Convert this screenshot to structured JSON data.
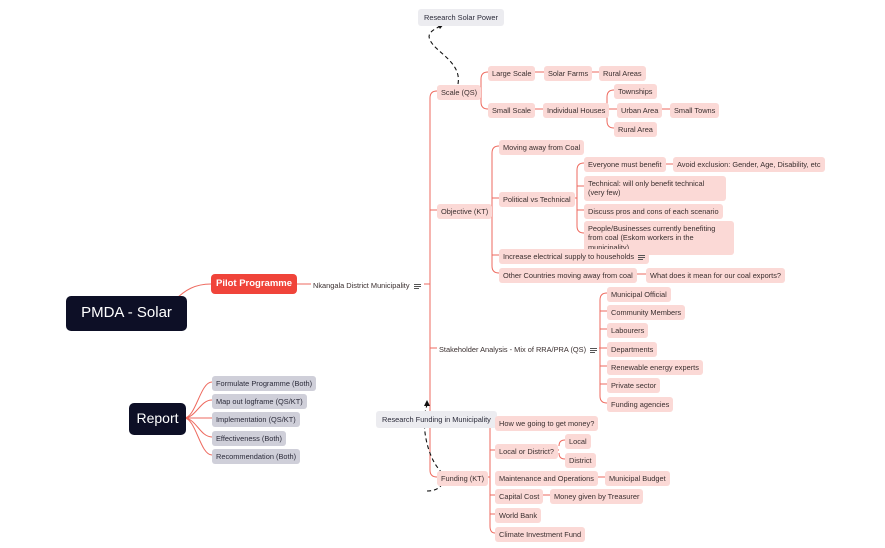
{
  "root": {
    "label": "PMDA - Solar"
  },
  "pilot": {
    "label": "Pilot Programme"
  },
  "municipality": {
    "label": "Nkangala District Municipality"
  },
  "scale": {
    "label": "Scale (QS)",
    "large": {
      "label": "Large Scale",
      "farms": "Solar Farms",
      "rural": "Rural Areas"
    },
    "small": {
      "label": "Small Scale",
      "houses": "Individual Houses",
      "townships": "Townships",
      "urban": "Urban Area",
      "towns": "Small Towns",
      "rural": "Rural Area"
    }
  },
  "research_solar": "Research Solar Power",
  "objective": {
    "label": "Objective (KT)",
    "coal": "Moving away from Coal",
    "political": {
      "label": "Political vs Technical",
      "everyone": "Everyone must benefit",
      "avoid": "Avoid exclusion: Gender, Age, Disability, etc",
      "technical": "Technical: will only benefit technical (very few)",
      "discuss": "Discuss pros and cons of each scenario",
      "people": "People/Businesses currently benefiting from coal (Eskom workers in the municipality)"
    },
    "increase": "Increase electrical supply to households",
    "other": "Other Countries moving away from coal",
    "exports": "What does it mean for our coal exports?"
  },
  "stakeholder": {
    "label": "Stakeholder Analysis - Mix of RRA/PRA (QS)",
    "items": [
      "Municipal Official",
      "Community Members",
      "Labourers",
      "Departments",
      "Renewable energy experts",
      "Private sector",
      "Funding agencies"
    ]
  },
  "research_funding": "Research Funding in Municipality",
  "funding": {
    "label": "Funding (KT)",
    "money": "How we going to get money?",
    "local_district": "Local or District?",
    "local": "Local",
    "district": "District",
    "maintenance": "Maintenance and Operations",
    "budget": "Municipal Budget",
    "capital": "Capital Cost",
    "treasurer": "Money given by Treasurer",
    "world_bank": "World Bank",
    "climate": "Climate Investment Fund"
  },
  "report": {
    "label": "Report",
    "items": [
      "Formulate Programme (Both)",
      "Map out logframe (QS/KT)",
      "Implementation (QS/KT)",
      "Effectiveness (Both)",
      "Recommendation (Both)"
    ]
  }
}
